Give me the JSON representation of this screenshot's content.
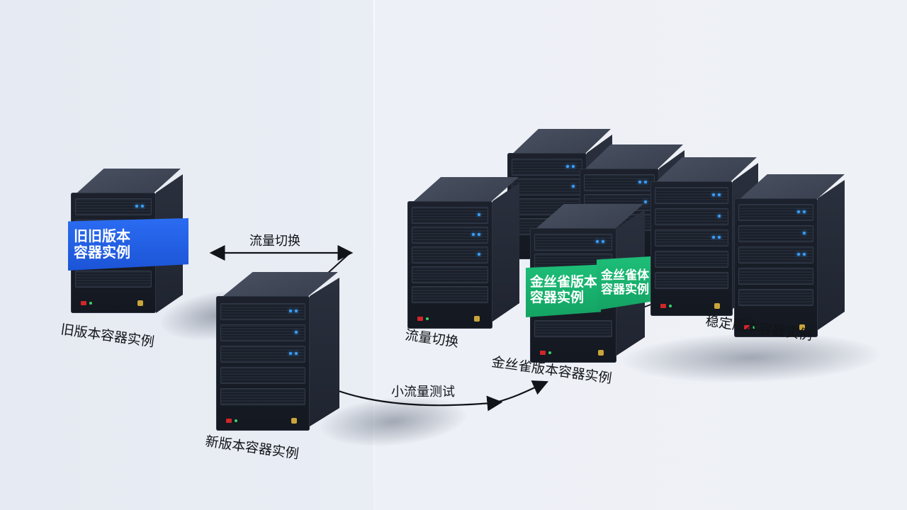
{
  "left_panel": {
    "old_server_band": {
      "line1": "旧旧版本",
      "line2": "容器实例"
    },
    "old_server_label": "旧版本容器实例",
    "new_server_label": "新版本容器实例",
    "switch_arrow_label": "流量切换"
  },
  "connection": {
    "test_arrow_label": "小流量测试"
  },
  "right_panel": {
    "switch_label": "流量切换",
    "canary_band_left": {
      "line1": "金丝雀版本",
      "line2": "容器实例"
    },
    "canary_band_right": {
      "line1": "金丝雀体",
      "line2": "容器实例"
    },
    "canary_label": "金丝雀版本容器实例",
    "stable_label": "稳定版本容器实例"
  },
  "colors": {
    "old_band": "#1c54d6",
    "canary_band": "#14a363",
    "server_body": "#171b24",
    "led": "#3aa0ff"
  }
}
